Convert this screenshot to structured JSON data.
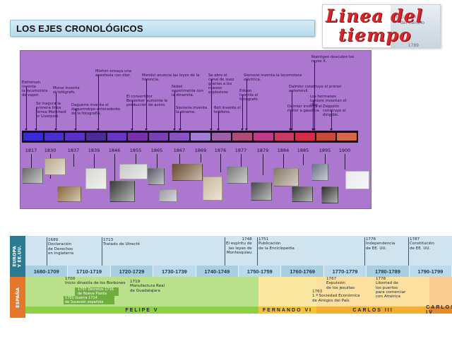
{
  "page_title": "LOS EJES CRONOLÓGICOS",
  "logo": {
    "line1": "Linea del",
    "line2": "tiempo",
    "bg_text_1": "El Gobierno",
    "bg_text_2": "del Cambio",
    "bg_text_3": "1789"
  },
  "timeline": {
    "years": [
      "1817",
      "1830",
      "1837",
      "1839",
      "1846",
      "1855",
      "1865",
      "1867",
      "1869",
      "1876",
      "1877",
      "1879",
      "1884",
      "1885",
      "1895",
      "1900"
    ],
    "segment_colors": [
      "#3a2ad6",
      "#4a2ed2",
      "#5a2fcc",
      "#4b2a9a",
      "#6b34c8",
      "#7a2fb0",
      "#7d3fb8",
      "#8a52c4",
      "#a37cd8",
      "#9e5fa8",
      "#b04a78",
      "#c23a88",
      "#cc3866",
      "#d92a4a",
      "#c84a3a",
      "#d8664a"
    ],
    "events": [
      {
        "text": "Estherson\ninventa\nla locomotora\nde vapor."
      },
      {
        "text": "Se inagura la\nprimera línea\nférrea Manchest\ner Liverpool."
      },
      {
        "text": "Morse inventa\nel telégrafo."
      },
      {
        "text": "Daguerre inventa el\ndaguerrotipo antecedente\nde la fotografía."
      },
      {
        "text": "Morton ensaya una\nanestesia con éter."
      },
      {
        "text": "El convertidor\nBessemer aumenta la\nproducción de acero."
      },
      {
        "text": "Mendel anuncia las leyes de la\nherencia."
      },
      {
        "text": "Nobel\nexperimenta con\nla dinamita."
      },
      {
        "text": "Siemens inventa\nla dinamo."
      },
      {
        "text": "Se abre el\ncanal de suez\ngracias a los\nnuevos\nexplosivos"
      },
      {
        "text": "Bell inventa el\nteléfono."
      },
      {
        "text": "Edison\ninventa el\nfonógrafo."
      },
      {
        "text": "Siemens inventa la locomotora\neléctrica."
      },
      {
        "text": "Daimler inventa el\nmotor a gasolina."
      },
      {
        "text": "Daimler construye el primer\nautomóvil."
      },
      {
        "text": "Los hermanos\nlumiere inventan el\ncine."
      },
      {
        "text": "Roentgen descubre los\nrayos X."
      },
      {
        "text": "Zeppelin\nconstruye el\ndirigible."
      }
    ]
  },
  "bottom_chart": {
    "side_labels": {
      "europa": "EUROPA\nY EE.UU.",
      "espana": "ESPAÑA"
    },
    "decades": [
      "1680-1709",
      "1710-1719",
      "1720-1729",
      "1730-1739",
      "1740-1749",
      "1750-1759",
      "1760-1769",
      "1770-1779",
      "1780-1789",
      "1790-1799"
    ],
    "europe_events": [
      {
        "text": "1689\nDeclaración\nde Derechos\nen Inglaterra"
      },
      {
        "text": "1713\nTratado de Utrecht"
      },
      {
        "text": "1748\nEl espíritu de\nlas leyes de\nMontesquieu"
      },
      {
        "text": "1751\nPublicación\nde la Enciclopedia"
      },
      {
        "text": "1776\nIndependencia\nde EE. UU."
      },
      {
        "text": "1787\nConstitución\nde EE. UU."
      }
    ],
    "spain_events": [
      {
        "text": "1700\nInicio dinastía de los Borbones"
      },
      {
        "text": "1707 Decretos 1716\nde Nueva Planta"
      },
      {
        "text": "1701 Guerra 1714\nde Sucesión española"
      },
      {
        "text": "1719\nManufactura Real\nde Guadalajara"
      },
      {
        "text": "1767\nExpulsión\nde los jesuitas"
      },
      {
        "text": "1763\n1.ª Sociedad Económica\nde Amigos del País"
      },
      {
        "text": "1778\nLibertad de\nlos puertos\npara comerciar\ncon América"
      }
    ],
    "reigns": [
      "FELIPE V",
      "FERNANDO VI",
      "CARLOS III",
      "CARLOS IV"
    ],
    "reign_colors": [
      "#8ccf48",
      "#f4c23a",
      "#f2ae32",
      "#e48a2a"
    ]
  }
}
